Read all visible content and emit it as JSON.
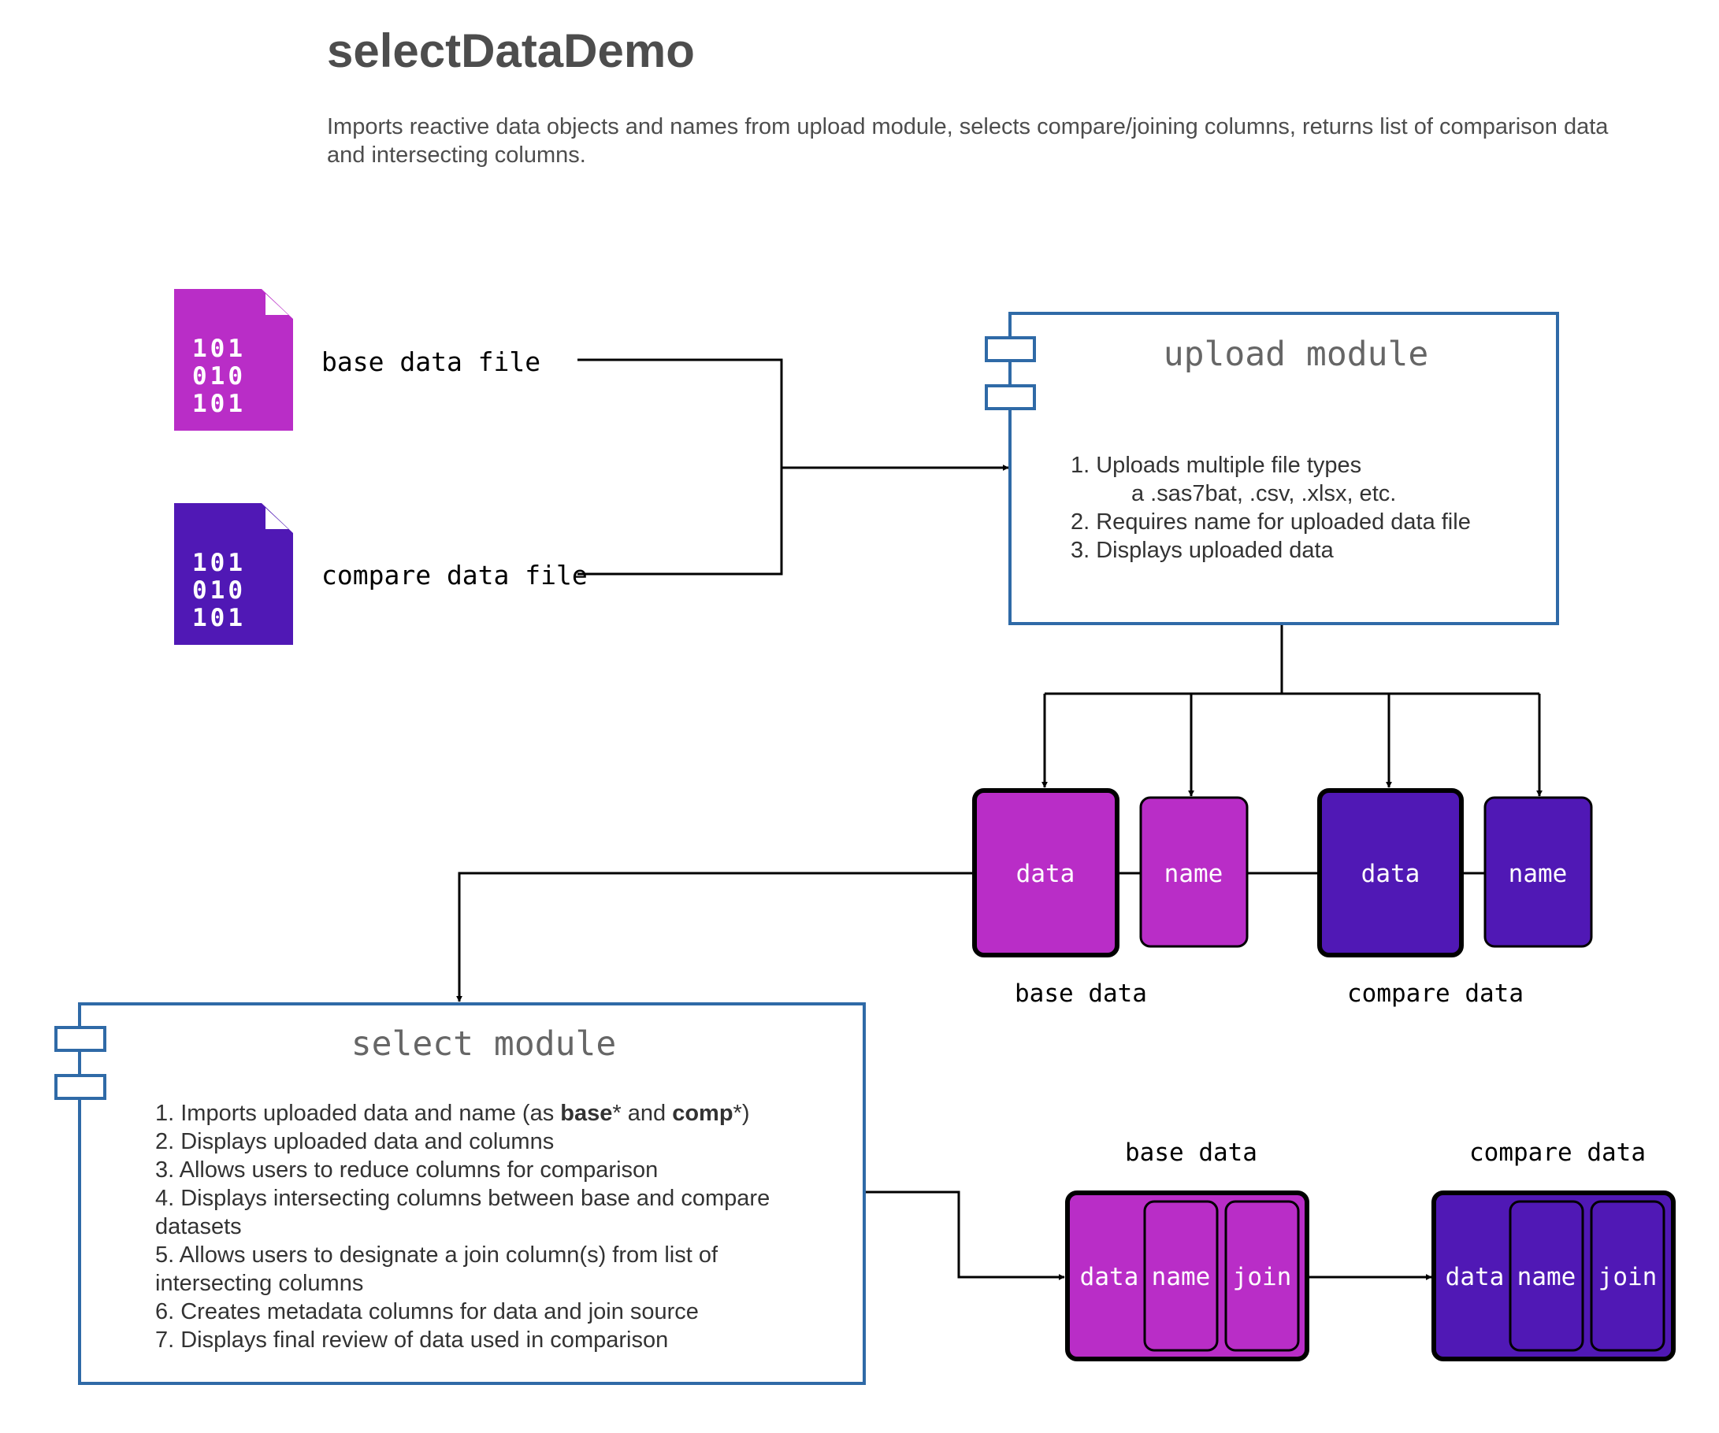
{
  "title": "selectDataDemo",
  "subtitle_lines": [
    "Imports reactive data objects and names from upload module, selects compare/joining columns, returns list of comparison data",
    "and intersecting columns."
  ],
  "colors": {
    "base": "#b92dc7",
    "compare": "#5018b5",
    "module_border": "#2f6aa7",
    "text_gray": "#4d4d4d"
  },
  "files": {
    "base": {
      "label": "base data file",
      "bits": [
        "101",
        "010",
        "101"
      ]
    },
    "compare": {
      "label": "compare data file",
      "bits": [
        "101",
        "010",
        "101"
      ]
    }
  },
  "upload_module": {
    "title": "upload module",
    "items": [
      "1. Uploads multiple file types",
      "a .sas7bat, .csv, .xlsx, etc.",
      "2. Requires name for uploaded data file",
      "3. Displays uploaded data"
    ]
  },
  "upload_outputs": {
    "base": {
      "data_label": "data",
      "name_label": "name",
      "group_label": "base data"
    },
    "compare": {
      "data_label": "data",
      "name_label": "name",
      "group_label": "compare data"
    }
  },
  "select_module": {
    "title": "select module",
    "item1": {
      "prefix": "1. Imports uploaded data and name (as ",
      "bold1": "base",
      "mid": "* and ",
      "bold2": "comp",
      "suffix": "*)"
    },
    "items": [
      "2. Displays uploaded data and columns",
      "3. Allows users to reduce columns for comparison",
      "4. Displays intersecting columns between base and compare",
      "datasets",
      "5. Allows users to designate a join column(s) from list of",
      "intersecting columns",
      "6. Creates metadata columns for data and join source",
      "7. Displays final review of data used in comparison"
    ]
  },
  "select_outputs": {
    "base": {
      "group_label": "base data",
      "cells": [
        "data",
        "name",
        "join"
      ]
    },
    "compare": {
      "group_label": "compare data",
      "cells": [
        "data",
        "name",
        "join"
      ]
    }
  }
}
